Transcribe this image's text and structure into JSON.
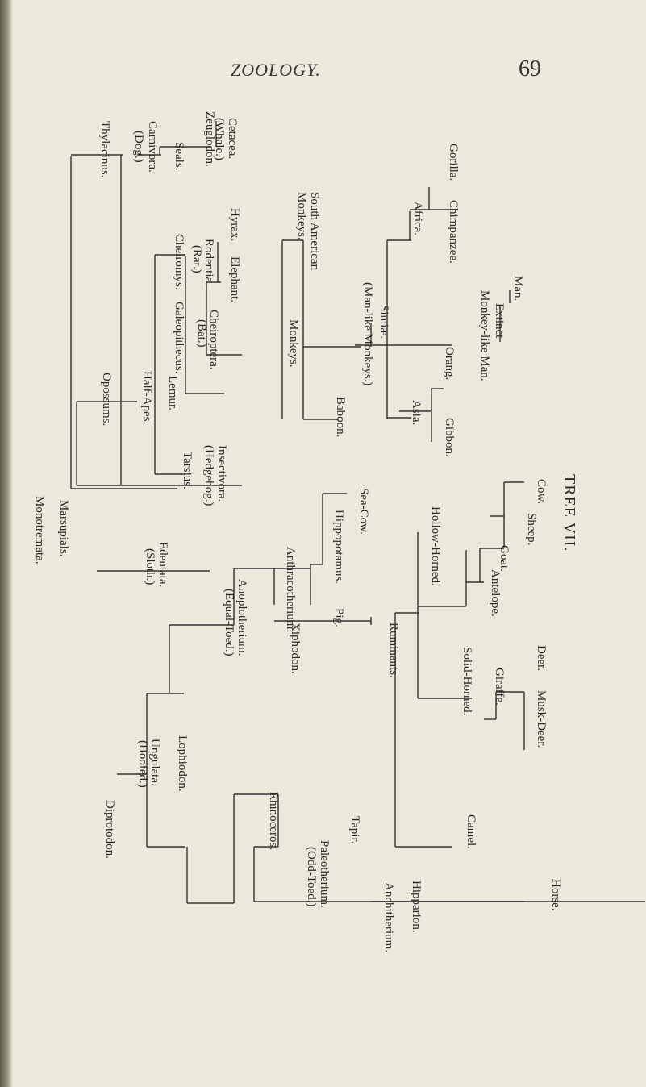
{
  "header": {
    "running_title": "ZOOLOGY.",
    "page_number": "69"
  },
  "figure_title": "TREE VII.",
  "labels": {
    "man": "Man.",
    "extinct": "Extinct",
    "monkey_like_man": "Monkey-like Man.",
    "gorilla": "Gorilla.",
    "chimpanzee": "Chimpanzee.",
    "africa": "Africa.",
    "orang": "Orang.",
    "gibbon": "Gibbon.",
    "asia": "Asia.",
    "simiae": "Simiæ.",
    "man_like_monkeys": "(Man-like Monkeys.)",
    "south_american": "South American",
    "monkeys_sa": "Monkeys.",
    "monkeys": "Monkeys.",
    "baboon": "Baboon.",
    "cetacea": "Cetacea.",
    "whale": "(Whale.)",
    "zeuglodon": "Zeuglodon.",
    "seals": "Seals.",
    "carnivora": "Carnivora.",
    "dog": "(Dog.)",
    "thylacinus": "Thylacinus.",
    "hyrax": "Hyrax.",
    "elephant": "Elephant.",
    "rodentia": "Rodentia.",
    "rat": "(Rat.)",
    "cheiroptera": "Cheiroptera.",
    "bat": "(Bat.)",
    "cheiromys": "Cheiromys.",
    "galeopithecus": "Galeopithecus.",
    "lemur": "Lemur.",
    "half_apes": "Half-Apes.",
    "opossums": "Opossums.",
    "insectivora": "Insectivora.",
    "hedgehog": "(Hedgehog.)",
    "tarsius": "Tarsius.",
    "marsupials": "Marsupials.",
    "monotremata": "Monotremata.",
    "edentata": "Edentata.",
    "sloth": "(Sloth.)",
    "sea_cow": "Sea-Cow.",
    "hippopotamus": "Hippopotamus.",
    "pig": "Pig.",
    "anthracotherium": "Anthracotherium.",
    "anoplotherium": "Anoplotherium.",
    "equal_toed": "(Equal-Toed.)",
    "xiphodon": "Xiphodon.",
    "ruminants": "Ruminants.",
    "lophiodon": "Lophiodon.",
    "ungulata": "Ungulata.",
    "hoofed": "(Hoofed.)",
    "diprotodon": "Diprotodon.",
    "rhinoceros": "Rhinoceros.",
    "tapir": "Tapir.",
    "paleotherium": "Paleotherium.",
    "odd_toed": "(Odd-Toed.)",
    "cow": "Cow.",
    "sheep": "Sheep.",
    "goat": "Goat.",
    "antelope": "Antelope.",
    "hollow_horned": "Hollow-Horned.",
    "deer": "Deer.",
    "musk_deer": "Musk-Deer.",
    "giraffe": "Giraffe.",
    "solid_horned": "Solid-Horned.",
    "camel": "Camel.",
    "horse": "Horse.",
    "hipparion": "Hipparion.",
    "anchitherium": "Anchitherium."
  }
}
